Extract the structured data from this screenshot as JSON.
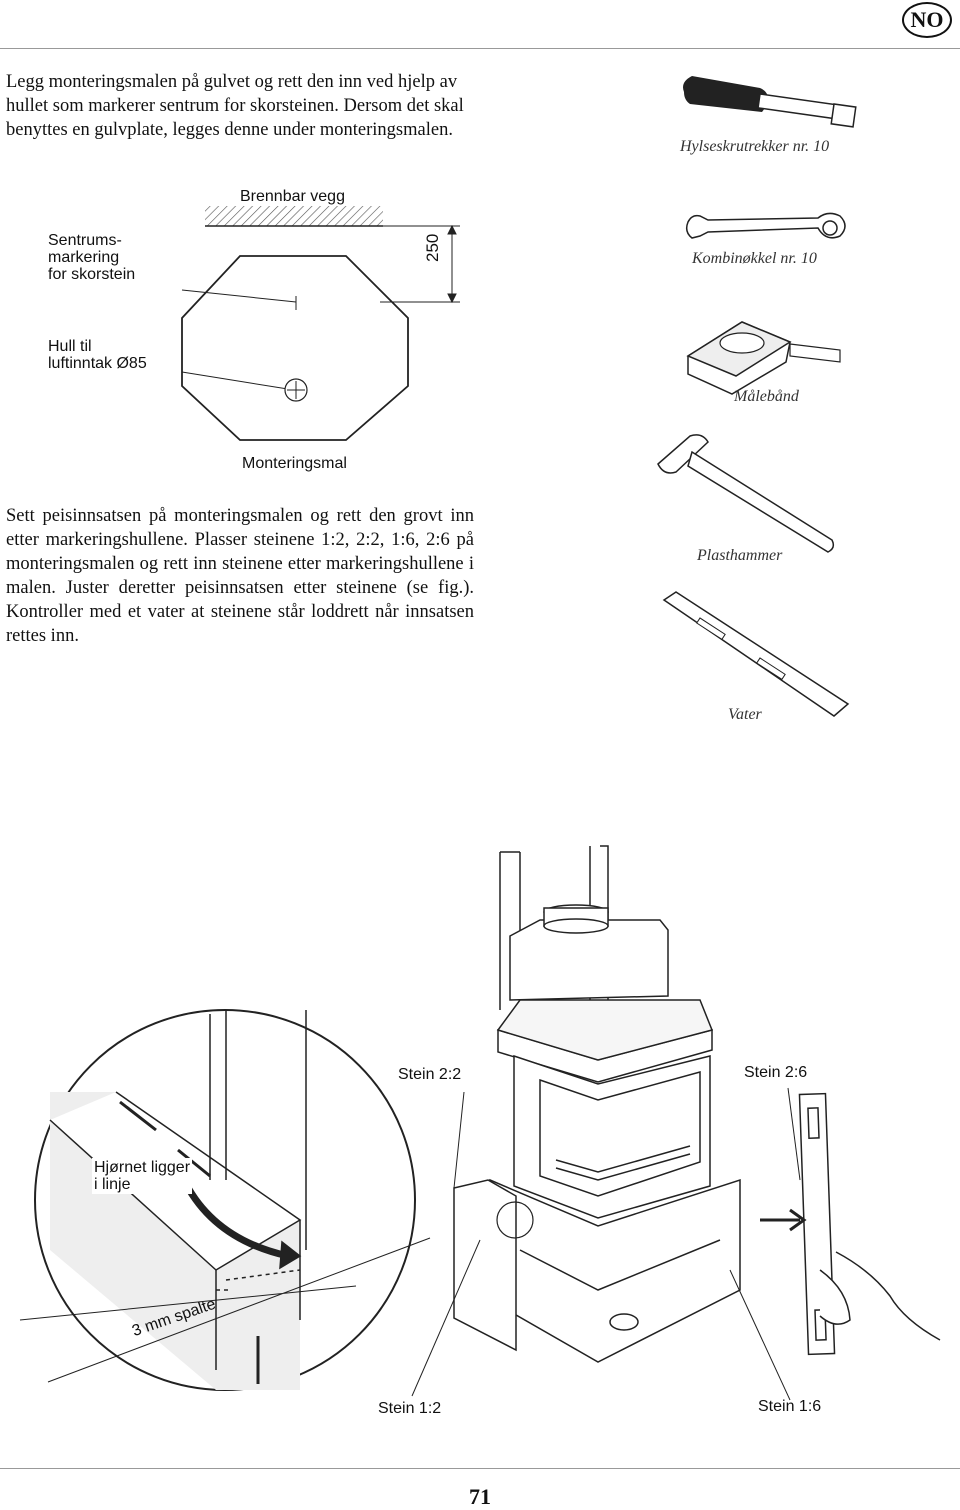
{
  "header": {
    "lang_badge": "NO"
  },
  "intro_text": "Legg monteringsmalen på gulvet og rett den inn ved hjelp av hullet som markerer sentrum for skorsteinen. Dersom det skal benyttes en gulvplate, legges denne under monteringsmalen.",
  "tools": [
    {
      "label": "Hylseskrutrekker nr. 10",
      "icon": "socket-screwdriver-icon"
    },
    {
      "label": "Kombinøkkel nr. 10",
      "icon": "combination-wrench-icon"
    },
    {
      "label": "Målebånd",
      "icon": "tape-measure-icon"
    },
    {
      "label": "Plasthammer",
      "icon": "plastic-hammer-icon"
    },
    {
      "label": "Vater",
      "icon": "spirit-level-icon"
    }
  ],
  "template_diagram": {
    "wall_label": "Brennbar vegg",
    "center_label": "Sentrums-\nmarkering\nfor skorstein",
    "dimension": "250",
    "air_hole_label": "Hull til\nluftinntak Ø85",
    "template_label": "Monteringsmal"
  },
  "instruction_text": "Sett peisinnsatsen på monteringsmalen og rett den grovt inn etter markeringshullene. Plasser steinene 1:2, 2:2, 1:6, 2:6 på monteringsmalen og rett inn steinene etter markeringshullene i malen. Juster deretter peisinnsatsen etter steinene (se fig.). Kontroller med et vater at steinene står loddrett når innsatsen rettes inn.",
  "assembly_diagram": {
    "corner_label": "Hjørnet ligger\ni linje",
    "gap_label": "3 mm spalte",
    "stones": {
      "top_left": "Stein 2:2",
      "top_right": "Stein 2:6",
      "bottom_left": "Stein 1:2",
      "bottom_right": "Stein 1:6"
    }
  },
  "page_number": "71"
}
